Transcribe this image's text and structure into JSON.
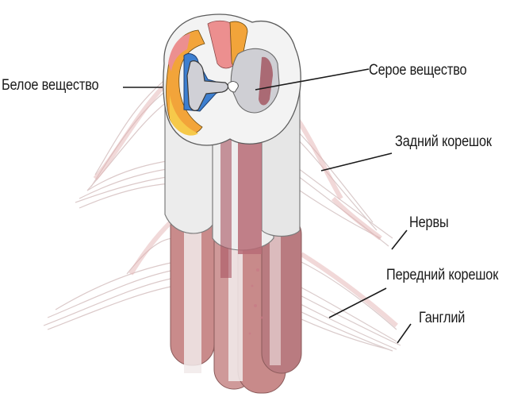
{
  "diagram": {
    "title": "",
    "labels": {
      "white_matter": "Белое вещество",
      "gray_matter": "Серое вещество",
      "posterior_root": "Задний корешок",
      "nerves": "Нервы",
      "anterior_root": "Передний корешок",
      "ganglion": "Ганглий"
    },
    "colors": {
      "white_matter_column": "#ebebeb",
      "gray_matter": "#cfcfd4",
      "muscle_red": "#c98b8b",
      "dark_red": "#9b4f5b",
      "orange_tract": "#f2a43a",
      "yellow_tract": "#f6c94a",
      "pink_tract": "#ec8f8f",
      "blue_tract": "#3d7fd0",
      "nerve_fiber": "#d9d9d9",
      "leader_line": "#1a1a1a"
    }
  }
}
